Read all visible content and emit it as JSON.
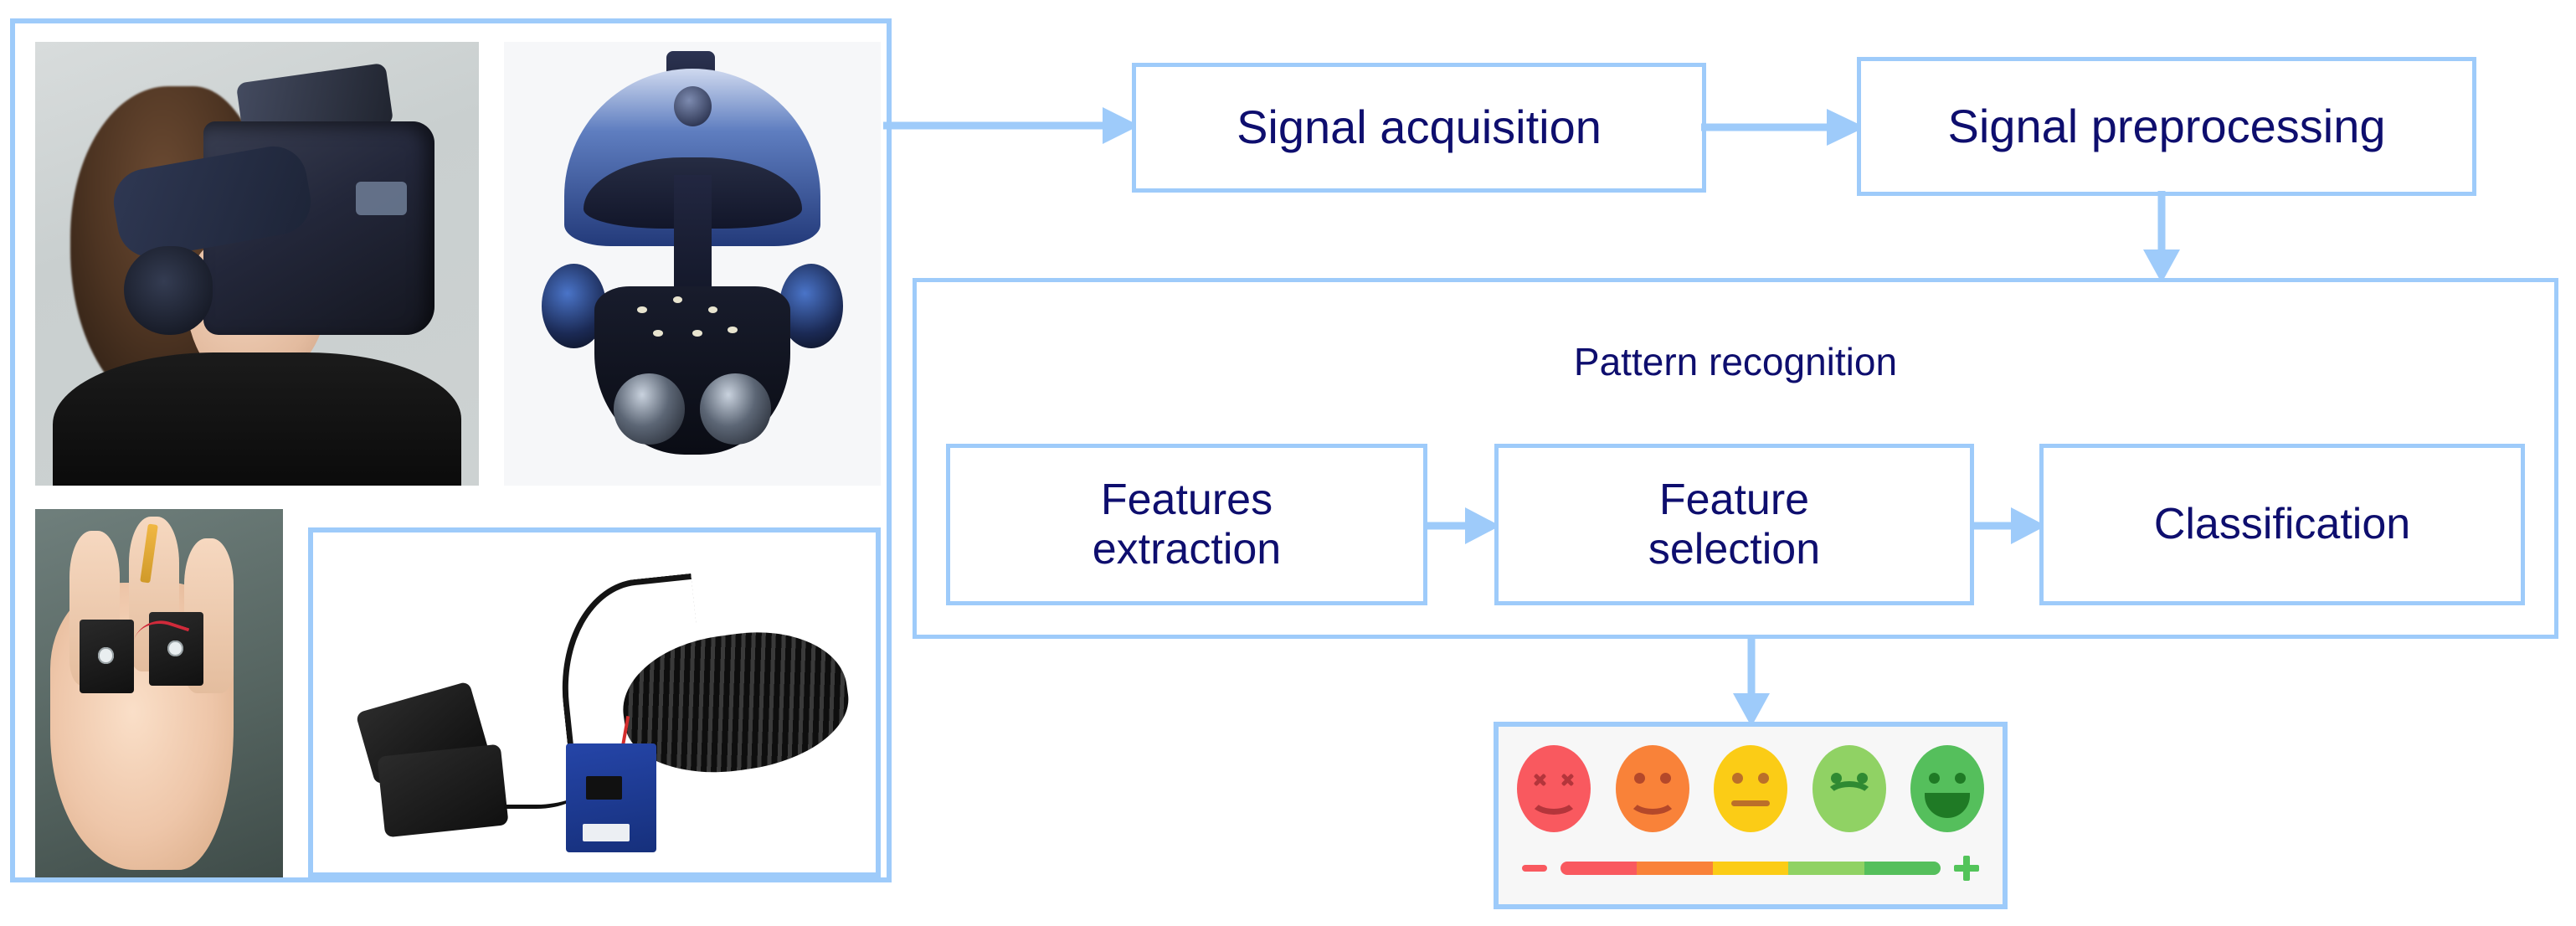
{
  "diagram": {
    "title": "Emotion recognition pipeline with VR and GSR sensors",
    "accent_border": "#9ecbfa",
    "text_color": "#0e0e6e",
    "arrow_color": "#9ecbfa"
  },
  "left_panel": {
    "name": "hardware-photo-collage",
    "photos": [
      {
        "id": "vr-worn",
        "caption": "Participant wearing VR headset with EEG cap"
      },
      {
        "id": "vr-front",
        "caption": "VR headset with integrated EEG electrodes, front view"
      },
      {
        "id": "hand-electrodes",
        "caption": "Hand with GSR electrodes attached to two fingers"
      },
      {
        "id": "gsr-sensor",
        "caption": "Grove GSR sensor module with finger straps and coiled cable"
      }
    ]
  },
  "flow": {
    "signal_acquisition": "Signal acquisition",
    "signal_preprocessing": "Signal preprocessing",
    "pattern_recognition": "Pattern recognition",
    "features_extraction_line1": "Features",
    "features_extraction_line2": "extraction",
    "feature_selection_line1": "Feature",
    "feature_selection_line2": "selection",
    "classification": "Classification"
  },
  "arrows": [
    {
      "id": "sensors-to-acquisition",
      "direction": "right"
    },
    {
      "id": "acquisition-to-preprocessing",
      "direction": "right"
    },
    {
      "id": "preprocessing-to-pattern-recognition",
      "direction": "down"
    },
    {
      "id": "extraction-to-selection",
      "direction": "right"
    },
    {
      "id": "selection-to-classification",
      "direction": "right"
    },
    {
      "id": "selection-to-emotion-scale",
      "direction": "down"
    }
  ],
  "emotion_scale": {
    "name": "valence-rating-scale",
    "faces": [
      {
        "label": "very-negative",
        "color": "#f9595f",
        "detail_color": "#b4353b",
        "eyes": "x",
        "mouth": "frown"
      },
      {
        "label": "negative",
        "color": "#f98239",
        "detail_color": "#b4482a",
        "eyes": "dot",
        "mouth": "frown"
      },
      {
        "label": "neutral",
        "color": "#fbcc16",
        "detail_color": "#bb6f2a",
        "eyes": "dot",
        "mouth": "flat"
      },
      {
        "label": "positive",
        "color": "#90d264",
        "detail_color": "#2f8a32",
        "eyes": "dot",
        "mouth": "smile"
      },
      {
        "label": "very-positive",
        "color": "#55bf5c",
        "detail_color": "#1f7a25",
        "eyes": "dot",
        "mouth": "bigsmile"
      }
    ],
    "slider": {
      "minus_label": "−",
      "plus_label": "+",
      "segments": [
        "#f9595f",
        "#f98239",
        "#fbcc16",
        "#90d264",
        "#55bf5c"
      ]
    }
  }
}
